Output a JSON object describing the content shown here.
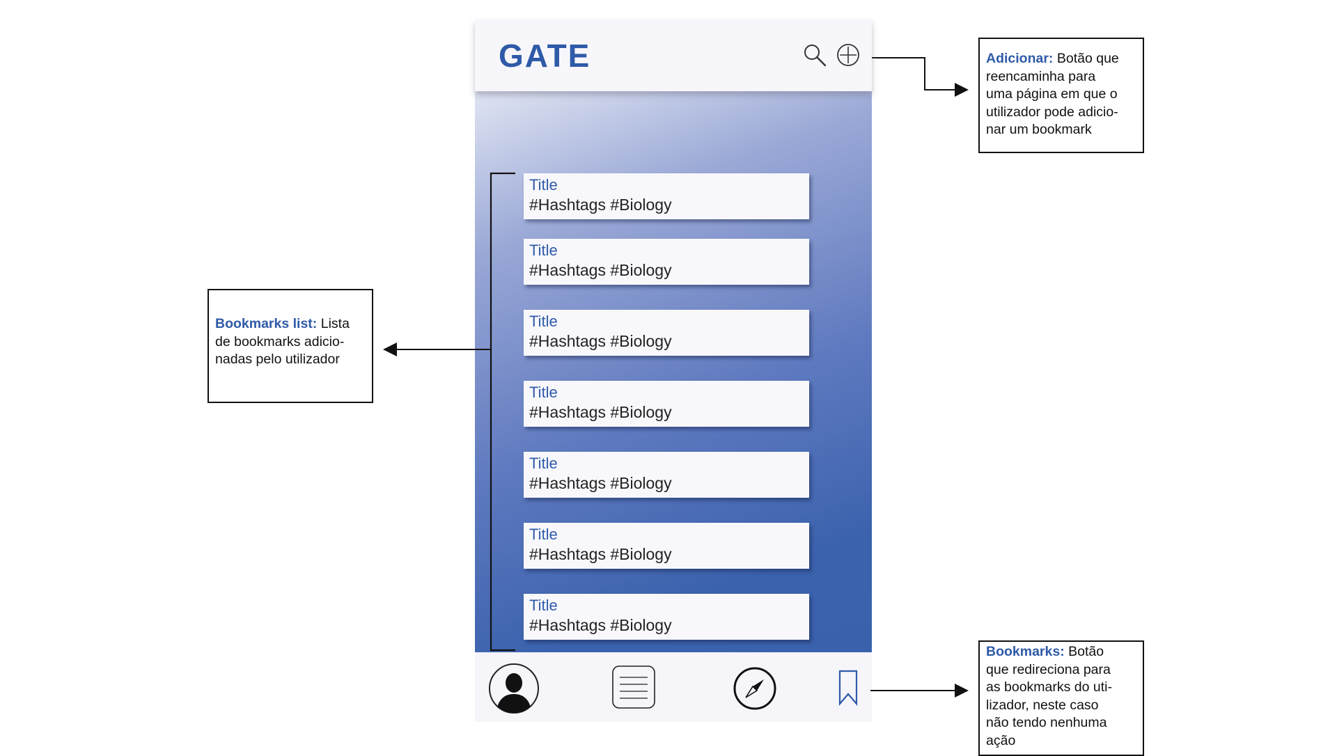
{
  "app": {
    "brand": "GATE",
    "accent_color": "#2f5aa8",
    "header_icons": [
      "search-icon",
      "add-circle-icon"
    ]
  },
  "bookmarks": [
    {
      "title": "Title",
      "tags": "#Hashtags #Biology"
    },
    {
      "title": "Title",
      "tags": "#Hashtags #Biology"
    },
    {
      "title": "Title",
      "tags": "#Hashtags #Biology"
    },
    {
      "title": "Title",
      "tags": "#Hashtags #Biology"
    },
    {
      "title": "Title",
      "tags": "#Hashtags #Biology"
    },
    {
      "title": "Title",
      "tags": "#Hashtags #Biology"
    },
    {
      "title": "Title",
      "tags": "#Hashtags #Biology"
    }
  ],
  "bottom_nav": {
    "icons": [
      "profile-icon",
      "feed-icon",
      "compass-icon",
      "bookmark-icon"
    ]
  },
  "annotations": {
    "add": {
      "label": "Adicionar:",
      "lines": [
        " Botão que",
        "reencaminha para",
        "uma página em que o",
        "utilizador pode adicio-",
        "nar um bookmark"
      ]
    },
    "list": {
      "label": "Bookmarks list:",
      "lines": [
        " Lista",
        "de bookmarks adicio-",
        "nadas pelo utilizador"
      ]
    },
    "bookmarks": {
      "label": "Bookmarks:",
      "lines": [
        " Botão",
        "que redireciona para",
        "as bookmarks do uti-",
        "lizador, neste caso",
        "não tendo nenhuma",
        "ação"
      ]
    }
  }
}
